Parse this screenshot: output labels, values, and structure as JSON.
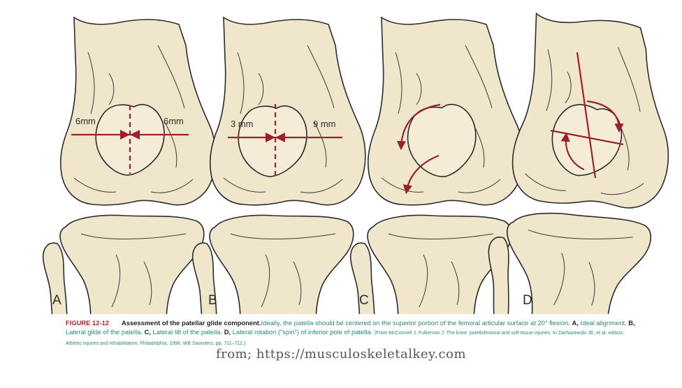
{
  "panels": [
    {
      "label": "A",
      "left_measure": "6mm",
      "right_measure": "6mm"
    },
    {
      "label": "B",
      "left_measure": "3 mm",
      "right_measure": "9 mm"
    },
    {
      "label": "C"
    },
    {
      "label": "D"
    }
  ],
  "caption": {
    "figure_number": "FIGURE 12-12",
    "title": "Assessment of the patellar glide component.",
    "text_1": "Ideally, the patella should be centered on the superior portion of the femoral articular surface at 20° flexion. ",
    "a_letter": "A,",
    "a_text": " Ideal alignment. ",
    "b_letter": "B,",
    "b_text": " Lateral glide of the patella. ",
    "c_letter": "C,",
    "c_text": " Lateral tilt of the patella. ",
    "d_letter": "D,",
    "d_text": " Lateral rotation (\"spin\") of inferior pole of patella. ",
    "citation": "(From McConnell J, Fulkerson J: The knee: patellofemoral and soft tissue injuries. In Zachazewski JE, et al, editors: Athletic injuries and rehabilitation, Philadelphia, 1996, WB Saunders, pp. 711–712.)"
  },
  "source": "from; https://musculoskeletalkey.com",
  "colors": {
    "bone": "#efe6cc",
    "accent_red": "#9c1f2e",
    "caption_green": "#2a8a78"
  }
}
